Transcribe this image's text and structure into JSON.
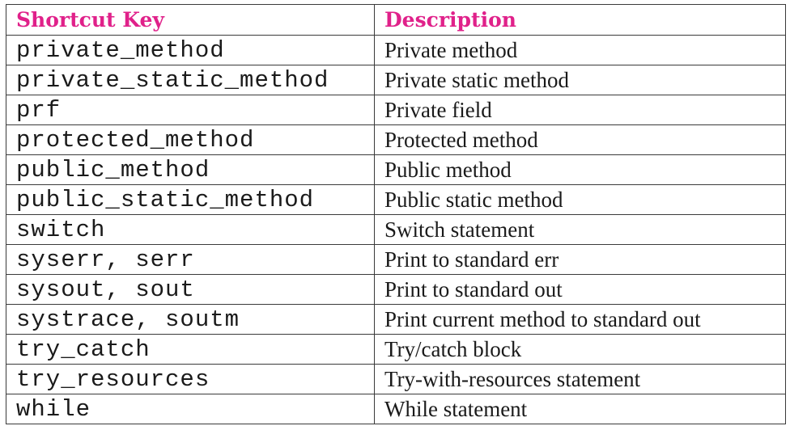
{
  "table": {
    "headers": {
      "key": "Shortcut Key",
      "description": "Description"
    },
    "rows": [
      {
        "key": "private_method",
        "description": "Private method"
      },
      {
        "key": "private_static_method",
        "description": "Private static method"
      },
      {
        "key": "prf",
        "description": "Private field"
      },
      {
        "key": "protected_method",
        "description": "Protected method"
      },
      {
        "key": "public_method",
        "description": "Public method"
      },
      {
        "key": "public_static_method",
        "description": "Public static method"
      },
      {
        "key": "switch",
        "description": "Switch statement"
      },
      {
        "key": "syserr, serr",
        "description": "Print to standard err"
      },
      {
        "key": "sysout, sout",
        "description": "Print to standard out"
      },
      {
        "key": "systrace, soutm",
        "description": "Print current method to standard out"
      },
      {
        "key": "try_catch",
        "description": "Try/catch block"
      },
      {
        "key": "try_resources",
        "description": "Try-with-resources statement"
      },
      {
        "key": "while",
        "description": "While statement"
      }
    ]
  },
  "colors": {
    "header_text": "#e0218a",
    "border": "#3a3a3a",
    "body_text": "#1a1a1a"
  }
}
